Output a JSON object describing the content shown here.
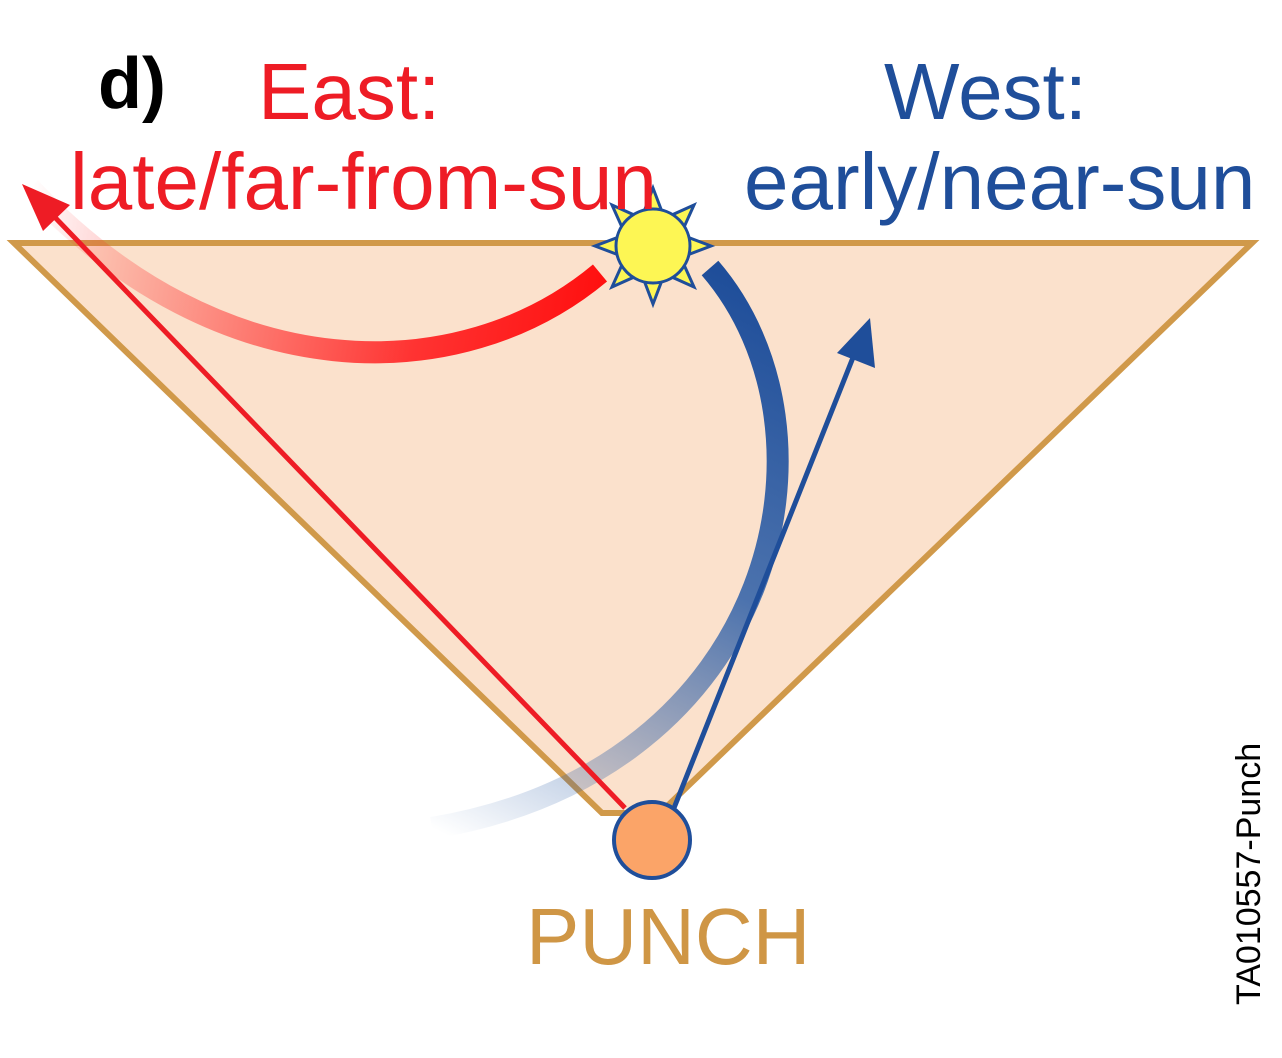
{
  "panel_label": "d)",
  "east": {
    "title": "East:",
    "subtitle": "late/far-from-sun",
    "color": "#ee1c25"
  },
  "west": {
    "title": "West:",
    "subtitle": "early/near-sun",
    "color": "#1f4e9a"
  },
  "observer_label": "PUNCH",
  "figure_id": "TA010557-Punch",
  "colors": {
    "fov_fill": "#fbe1cc",
    "fov_stroke": "#d0994a",
    "sun_fill": "#fdf654",
    "sun_stroke": "#1f4e9a",
    "observer_fill": "#fba468",
    "observer_label": "#cf9645"
  },
  "icons": [
    "sun-icon",
    "punch-spacecraft-icon"
  ]
}
